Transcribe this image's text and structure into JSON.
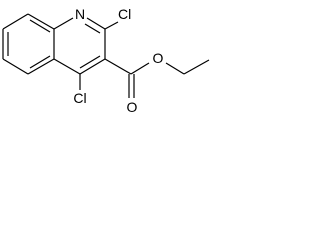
{
  "molecule": {
    "atoms": {
      "nitrogen": "N",
      "chlorine_2": "Cl",
      "chlorine_4": "Cl",
      "carbonyl_oxygen": "O",
      "ester_oxygen": "O"
    },
    "colors": {
      "bond": "#000000",
      "label": "#000000",
      "background": "#ffffff"
    }
  }
}
